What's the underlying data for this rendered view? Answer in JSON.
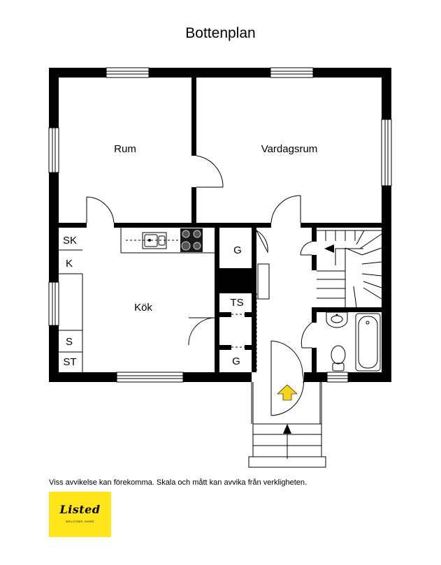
{
  "title": "Bottenplan",
  "rooms": {
    "rum": "Rum",
    "vardagsrum": "Vardagsrum",
    "kok": "Kök",
    "g_upper": "G",
    "g_lower": "G",
    "ts": "TS",
    "sk": "SK",
    "k": "K",
    "s": "S",
    "st": "ST"
  },
  "disclaimer": "Viss avvikelse kan förekomma. Skala och mått kan avvika från verkligheten.",
  "logo": {
    "script": "Listed",
    "tagline": "WELCOME HOME"
  },
  "colors": {
    "wall": "#000000",
    "entry_arrow": "#f7d51d",
    "logo_bg": "#ffe51a"
  }
}
